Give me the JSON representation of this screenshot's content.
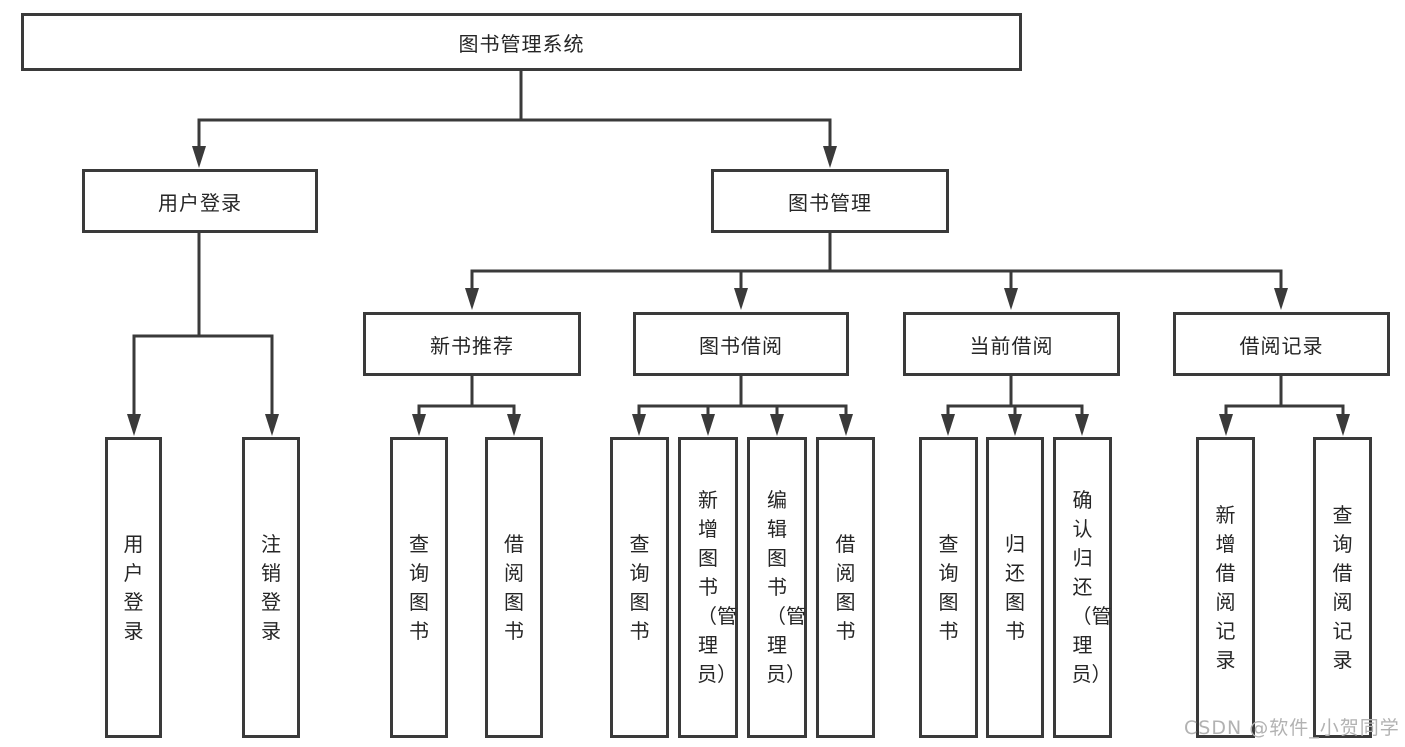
{
  "tree": {
    "root": {
      "label": "图书管理系统"
    },
    "level2": [
      {
        "label": "用户登录"
      },
      {
        "label": "图书管理"
      }
    ],
    "level3": [
      {
        "label": "新书推荐"
      },
      {
        "label": "图书借阅"
      },
      {
        "label": "当前借阅"
      },
      {
        "label": "借阅记录"
      }
    ],
    "leaves": {
      "user_login": [
        "用户登录",
        "注销登录"
      ],
      "new_books": [
        "查询图书",
        "借阅图书"
      ],
      "book_borrow": [
        "查询图书",
        "新增图书（管理员）",
        "编辑图书（管理员）",
        "借阅图书"
      ],
      "current_borrow": [
        "查询图书",
        "归还图书",
        "确认归还（管理员）"
      ],
      "borrow_records": [
        "新增借阅记录",
        "查询借阅记录"
      ]
    }
  },
  "watermark": "CSDN @软件_小贺同学",
  "colors": {
    "line": "#3a3a3a",
    "text": "#262626",
    "box_fill": "#ffffff",
    "watermark": "#b2b2b2",
    "background": "#ffffff"
  }
}
